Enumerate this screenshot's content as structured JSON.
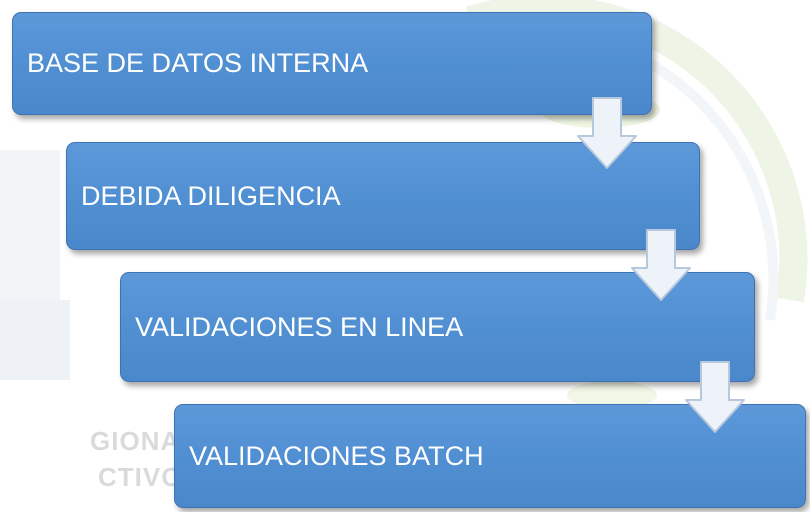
{
  "watermark": {
    "line1": "GIONAL PA",
    "line2": "CTIVOS Y"
  },
  "steps": [
    {
      "label": "BASE DE DATOS INTERNA"
    },
    {
      "label": "DEBIDA DILIGENCIA"
    },
    {
      "label": "VALIDACIONES EN LINEA"
    },
    {
      "label": "VALIDACIONES BATCH"
    }
  ],
  "colors": {
    "box_fill": "#5290d4",
    "box_border": "#3f72b0",
    "arrow_fill": "#eef3f9",
    "arrow_border": "#b7c8dc",
    "watermark": "#d8dadc"
  }
}
